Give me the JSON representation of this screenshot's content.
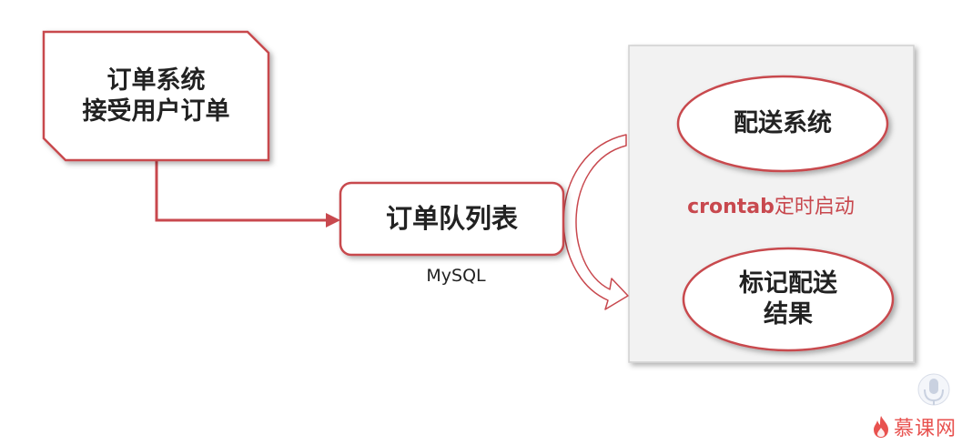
{
  "nodes": {
    "order_system": {
      "line1": "订单系统",
      "line2": "接受用户订单"
    },
    "order_queue": {
      "label": "订单队列表",
      "caption": "MySQL"
    },
    "delivery_system": {
      "label": "配送系统"
    },
    "mark_result": {
      "line1": "标记配送",
      "line2": "结果"
    }
  },
  "cron_label": {
    "bold": "crontab",
    "rest": "定时启动"
  },
  "watermark": {
    "text": "慕课网"
  },
  "colors": {
    "accent": "#c8484e",
    "panel_bg": "#f2f2f2",
    "panel_border": "#d0d0d0"
  }
}
